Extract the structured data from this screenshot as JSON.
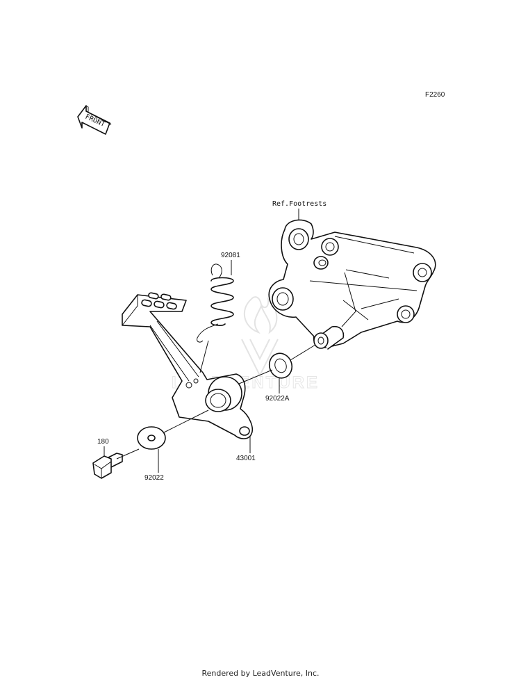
{
  "diagram_code": "F2260",
  "front_badge": "FRONT",
  "watermark_text": "LEADVENTURE",
  "ref_label": "Ref.Footrests",
  "parts": [
    {
      "number": "92081"
    },
    {
      "number": "92022A"
    },
    {
      "number": "43001"
    },
    {
      "number": "180"
    },
    {
      "number": "92022"
    }
  ],
  "footer": "Rendered by LeadVenture, Inc."
}
